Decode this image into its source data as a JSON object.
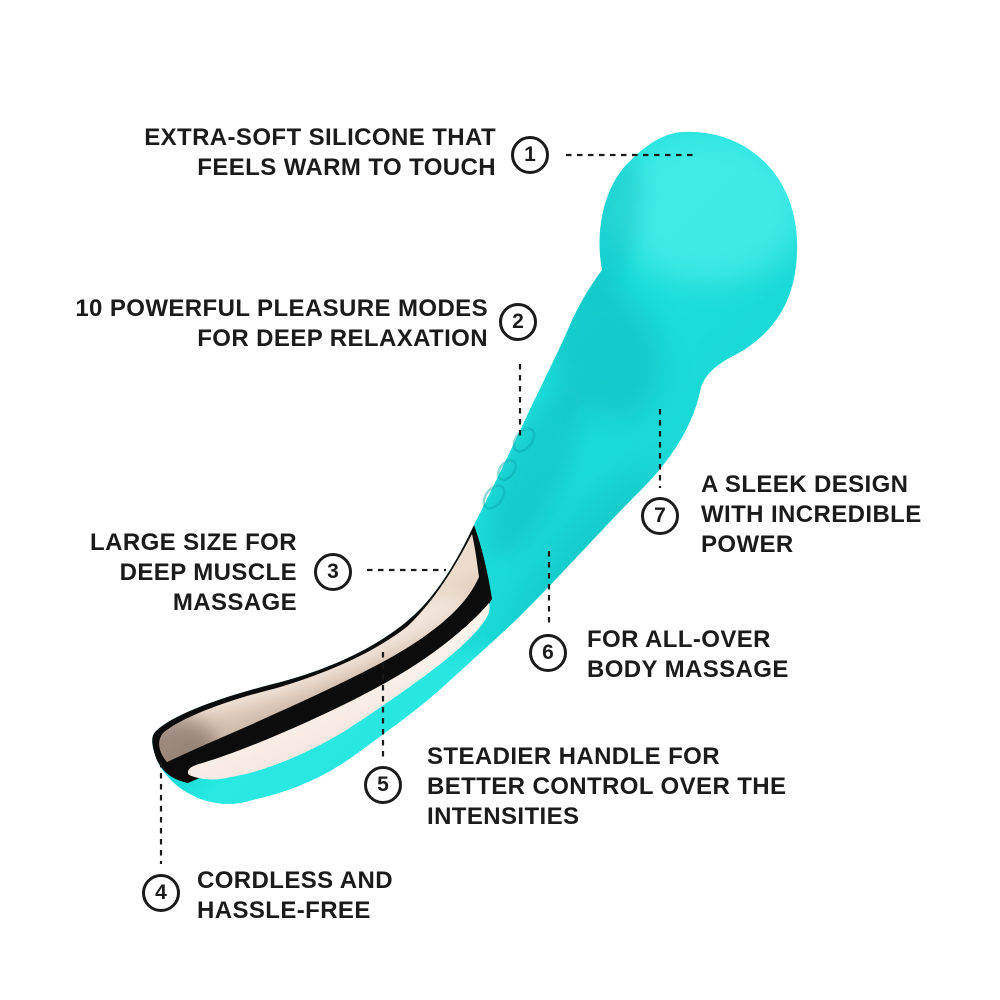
{
  "colors": {
    "teal": "#1ee1dd",
    "teal_light": "#4feee8",
    "teal_dark": "#12c9ca",
    "teal_shade": "#0cb4ba",
    "rim_highlight": "#35f2ea",
    "black": "#0c0c0c",
    "tan": "#c9b2a1",
    "tan_light": "#ecdccd",
    "tan_dark": "#8a7465",
    "cream_light": "#fcf3ed",
    "cream_dark": "#eedbd3",
    "text": "#1b1b1b",
    "button_emboss": "#0aa9ac"
  },
  "callouts": [
    {
      "number": "1",
      "lines": [
        "EXTRA-SOFT SILICONE THAT",
        "FEELS WARM TO TOUCH"
      ]
    },
    {
      "number": "2",
      "lines": [
        "10 POWERFUL PLEASURE MODES",
        "FOR DEEP RELAXATION"
      ]
    },
    {
      "number": "3",
      "lines": [
        "LARGE SIZE FOR",
        "DEEP MUSCLE",
        "MASSAGE"
      ]
    },
    {
      "number": "4",
      "lines": [
        "CORDLESS AND",
        "HASSLE-FREE"
      ]
    },
    {
      "number": "5",
      "lines": [
        "STEADIER HANDLE FOR",
        "BETTER CONTROL OVER THE",
        "INTENSITIES"
      ]
    },
    {
      "number": "6",
      "lines": [
        "FOR ALL-OVER",
        "BODY MASSAGE"
      ]
    },
    {
      "number": "7",
      "lines": [
        "A SLEEK DESIGN",
        "WITH INCREDIBLE",
        "POWER"
      ]
    }
  ]
}
